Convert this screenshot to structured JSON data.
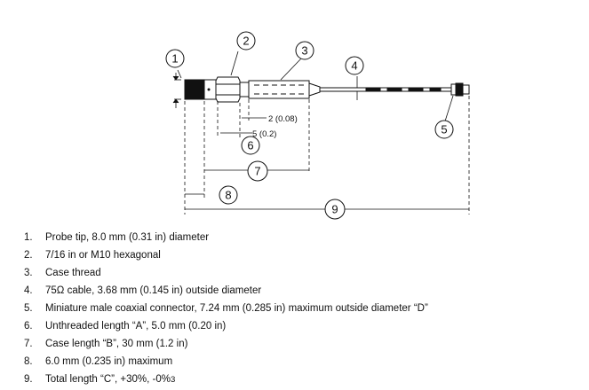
{
  "callouts": [
    "1",
    "2",
    "3",
    "4",
    "5",
    "6",
    "7",
    "8",
    "9"
  ],
  "dimension_labels": {
    "d2": "2 (0.08)",
    "d5": "5 (0.2)"
  },
  "legend": [
    {
      "num": "1.",
      "text": "Probe tip, 8.0 mm (0.31 in) diameter"
    },
    {
      "num": "2.",
      "text": "7/16 in or M10 hexagonal"
    },
    {
      "num": "3.",
      "text": "Case thread"
    },
    {
      "num": "4.",
      "text": "75Ω cable, 3.68 mm (0.145 in) outside diameter"
    },
    {
      "num": "5.",
      "text": "Miniature male coaxial connector, 7.24 mm (0.285 in) maximum outside diameter “D”"
    },
    {
      "num": "6.",
      "text": "Unthreaded length “A”, 5.0 mm (0.20 in)"
    },
    {
      "num": "7.",
      "text": "Case length “B”, 30 mm (1.2 in)"
    },
    {
      "num": "8.",
      "text": "6.0 mm (0.235 in) maximum"
    },
    {
      "num": "9.",
      "text": "Total length “C”, +30%, -0%",
      "sup": "3"
    }
  ]
}
